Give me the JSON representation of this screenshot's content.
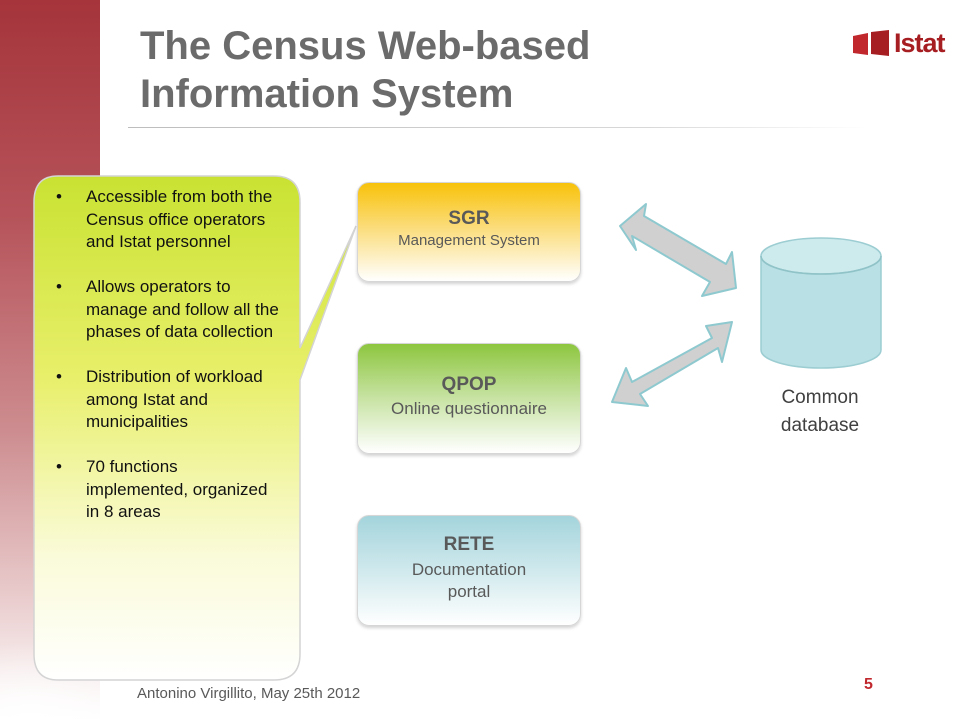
{
  "slide": {
    "title_line1": "The Census Web-based",
    "title_line2": "Information System",
    "logo_text": "Istat",
    "footer": "Antonino Virgillito, May 25th 2012",
    "page_number": "5"
  },
  "callout": {
    "bullets": [
      "Accessible from both the Census office operators and Istat personnel",
      "Allows operators to manage and follow all the phases of data collection",
      "Distribution of workload among Istat and municipalities",
      "70 functions implemented, organized in 8 areas"
    ],
    "bullet_glyph": "•"
  },
  "systems": [
    {
      "name": "SGR",
      "desc": "Management System",
      "color": "#f8c20a"
    },
    {
      "name": "QPOP",
      "desc": "Online questionnaire",
      "color": "#8dc63f"
    },
    {
      "name": "RETE",
      "desc_line1": "Documentation",
      "desc_line2": "portal",
      "color": "#a4d4dc"
    }
  ],
  "database": {
    "label_line1": "Common",
    "label_line2": "database",
    "color": "#b9e0e4"
  },
  "colors": {
    "accent_red": "#a71e22",
    "band": "#a5343b",
    "callout_top": "#c9e232",
    "arrow_fill": "#d0d0d0",
    "arrow_stroke": "#8ec9cf"
  }
}
